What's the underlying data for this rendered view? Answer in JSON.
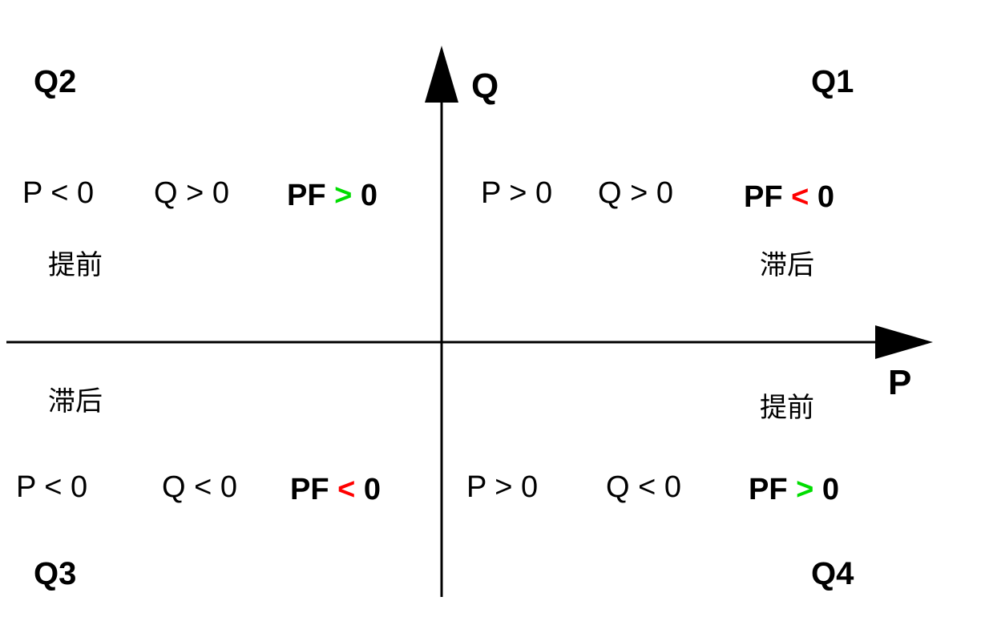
{
  "axes": {
    "x_label": "P",
    "y_label": "Q"
  },
  "quadrants": {
    "q1": {
      "name": "Q1",
      "p_cond": "P > 0",
      "q_cond": "Q > 0",
      "pf_prefix": "PF ",
      "pf_op": "<",
      "pf_suffix": " 0",
      "pf_op_color": "#ff0000",
      "phase": "滞后"
    },
    "q2": {
      "name": "Q2",
      "p_cond": "P < 0",
      "q_cond": "Q > 0",
      "pf_prefix": "PF ",
      "pf_op": ">",
      "pf_suffix": " 0",
      "pf_op_color": "#00dd00",
      "phase": "提前"
    },
    "q3": {
      "name": "Q3",
      "p_cond": "P < 0",
      "q_cond": "Q < 0",
      "pf_prefix": "PF ",
      "pf_op": "<",
      "pf_suffix": " 0",
      "pf_op_color": "#ff0000",
      "phase": "滞后"
    },
    "q4": {
      "name": "Q4",
      "p_cond": "P > 0",
      "q_cond": "Q < 0",
      "pf_prefix": "PF ",
      "pf_op": ">",
      "pf_suffix": " 0",
      "pf_op_color": "#00dd00",
      "phase": "提前"
    }
  }
}
